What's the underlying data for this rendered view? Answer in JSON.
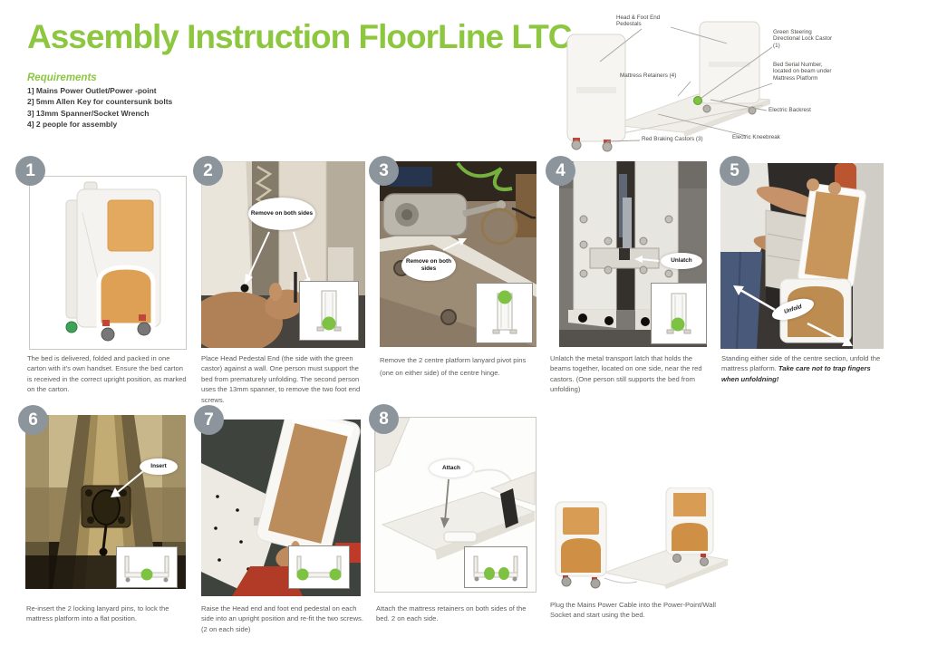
{
  "title": "Assembly Instruction FloorLine LTC",
  "requirements": {
    "heading": "Requirements",
    "items": [
      "1] Mains Power Outlet/Power -point",
      "2] 5mm Allen Key for countersunk bolts",
      "3] 13mm Spanner/Socket Wrench",
      "4] 2 people for assembly"
    ]
  },
  "diagram": {
    "labels": {
      "pedestals": "Head & Foot End Pedestals",
      "green_castor": "Green Steering Directional Lock Castor (1)",
      "mattress_retainers": "Mattress Retainers (4)",
      "serial_number": "Bed Serial Number, located on beam under Mattress Platform",
      "electric_backrest": "Electric Backrest",
      "electric_kneebreak": "Electric Kneebreak",
      "red_castors": "Red Braking Castors (3)"
    }
  },
  "steps": [
    {
      "number": "1",
      "caption": "The bed is delivered, folded and packed in one carton with it's own handset. Ensure the bed carton is received in the correct upright position, as marked on the carton."
    },
    {
      "number": "2",
      "callout": "Remove on both sides",
      "caption": "Place Head Pedestal End (the side with the green castor) against a wall. One person must support the bed from prematurely unfolding. The second person uses the 13mm spanner, to remove the two foot end screws."
    },
    {
      "number": "3",
      "callout": "Remove on both sides",
      "caption": "Remove the 2 centre platform lanyard pivot pins (one on either side) of the centre hinge."
    },
    {
      "number": "4",
      "callout": "Unlatch",
      "caption": "Unlatch the metal transport latch that holds the beams together, located on one side, near the red castors. (One person still supports the bed from unfolding)"
    },
    {
      "number": "5",
      "callout": "Unfold",
      "caption": "Standing either side of the centre section, unfold the mattress platform. ",
      "caption_bold": "Take care not to trap fingers when unfoldning!"
    },
    {
      "number": "6",
      "callout": "Insert",
      "caption": "Re-insert the 2 locking lanyard pins, to lock the mattress platform into a flat position."
    },
    {
      "number": "7",
      "caption": "Raise the Head end and foot end pedestal on each side into an upright position and re-fit the two screws. (2 on each side)"
    },
    {
      "number": "8",
      "callout": "Attach",
      "caption": "Attach the mattress retainers on both sides of the bed. 2 on each side."
    }
  ],
  "final_step": {
    "caption": "Plug the Mains Power Cable into the Power-Point/Wall Socket and start using the bed."
  },
  "colors": {
    "accent_green": "#8DC63F",
    "badge_gray": "#8C959C",
    "marker_green": "#7DC242",
    "wood": "#C8955A",
    "caption_gray": "#5D5C59"
  }
}
